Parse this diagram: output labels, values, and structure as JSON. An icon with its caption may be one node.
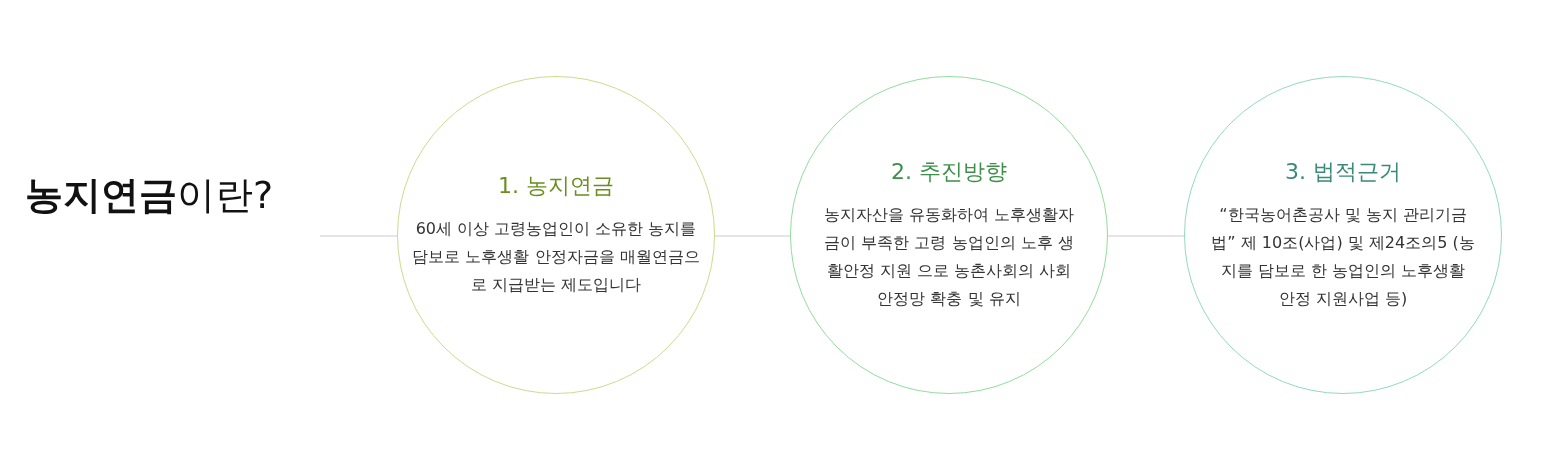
{
  "diagram": {
    "nodes": [
      {
        "text": [
          "**농지연금**이란?"
        ]
      },
      {
        "text": [
          "1. 농지연금",
          "60세 이상 고령농업인이 소유한 농지를 담보로 노후생활 안정자금을 매월연금으로 지급받는 제도입니다"
        ]
      },
      {
        "text": [
          "2. 추진방향",
          "농지자산을 유동화하여 노후생활자금이 부족한 고령 농업인의 노후 생활안정 지원 으로 농촌사회의 사회 안정망 확충 및 유지"
        ]
      },
      {
        "text": [
          "3. 법적근거",
          "“한국농어촌공사 및 농지 관리기금법” 제 10조(사업) 및 제24조의5 (농지를 담보로 한 농업인의 노후생활 안정 지원사업 등)"
        ]
      }
    ],
    "edges": [
      {
        "from": 0,
        "to": 1,
        "arrow": "none"
      },
      {
        "from": 1,
        "to": 2,
        "arrow": "none"
      },
      {
        "from": 2,
        "to": 3,
        "arrow": "none"
      }
    ]
  }
}
